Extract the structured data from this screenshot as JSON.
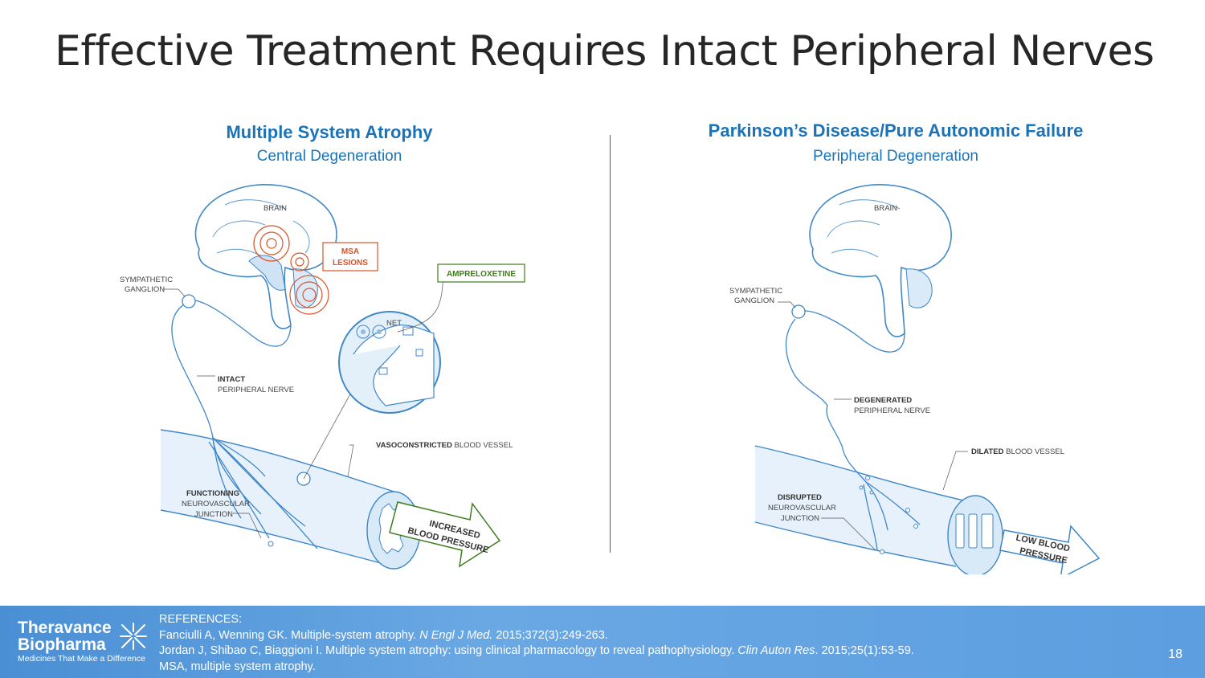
{
  "title": "Effective Treatment Requires Intact Peripheral Nerves",
  "left_panel": {
    "heading": "Multiple System Atrophy",
    "subheading": "Central Degeneration",
    "labels": {
      "brain": "BRAIN",
      "msa_1": "MSA",
      "msa_2": "LESIONS",
      "ampreloxetine": "AMPRELOXETINE",
      "net": "NET",
      "ganglion_1": "SYMPATHETIC",
      "ganglion_2": "GANGLION",
      "nerve_bold": "INTACT",
      "nerve_rest": "PERIPHERAL NERVE",
      "vessel_bold": "VASOCONSTRICTED",
      "vessel_rest": " BLOOD VESSEL",
      "junction_1": "FUNCTIONING",
      "junction_2": "NEUROVASCULAR",
      "junction_3": "JUNCTION",
      "arrow_1": "INCREASED",
      "arrow_2": "BLOOD PRESSURE"
    }
  },
  "right_panel": {
    "heading": "Parkinson’s Disease/Pure Autonomic Failure",
    "subheading": "Peripheral Degeneration",
    "labels": {
      "brain": "BRAIN",
      "ganglion_1": "SYMPATHETIC",
      "ganglion_2": "GANGLION",
      "nerve_bold": "DEGENERATED",
      "nerve_rest": "PERIPHERAL NERVE",
      "vessel_bold": "DILATED",
      "vessel_rest": " BLOOD VESSEL",
      "junction_1": "DISRUPTED",
      "junction_2": "NEUROVASCULAR",
      "junction_3": "JUNCTION",
      "arrow_1": "LOW BLOOD",
      "arrow_2": "PRESSURE"
    }
  },
  "footer": {
    "logo_line1": "Theravance",
    "logo_line2": "Biopharma",
    "tagline": "Medicines That Make a Difference",
    "references_heading": "REFERENCES:",
    "ref1_pre": "Fanciulli A, Wenning GK. Multiple-system atrophy. ",
    "ref1_journal": "N Engl J Med.",
    "ref1_post": " 2015;372(3):249-263.",
    "ref2_pre": "Jordan J, Shibao C, Biaggioni I. Multiple system atrophy: using clinical pharmacology to reveal pathophysiology. ",
    "ref2_journal": "Clin Auton Res",
    "ref2_post": ". 2015;25(1):53-59.",
    "abbrev": "MSA, multiple system atrophy.",
    "page_number": "18"
  },
  "colors": {
    "accent_blue": "#1a73b8",
    "lesion_red": "#d9542b",
    "drug_green": "#3f7d1f",
    "footer_blue": "#5c9ee0"
  }
}
